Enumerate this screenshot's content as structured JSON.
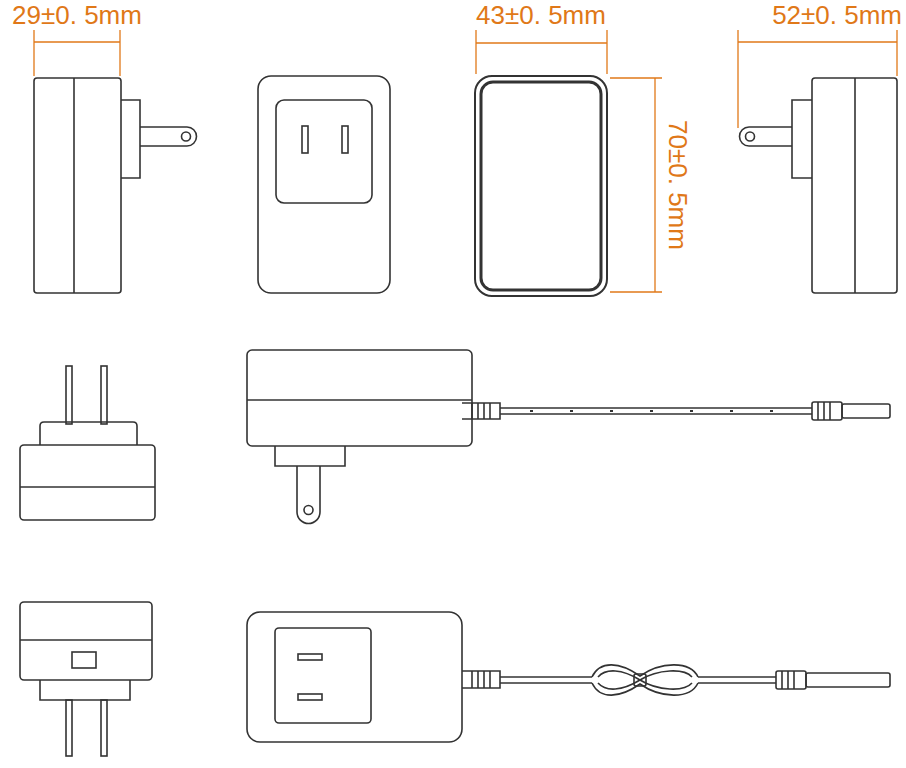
{
  "diagram": {
    "labels": [
      "29±0. 5mm",
      "43±0. 5mm",
      "70±0. 5mm",
      "52±0. 5mm"
    ]
  }
}
